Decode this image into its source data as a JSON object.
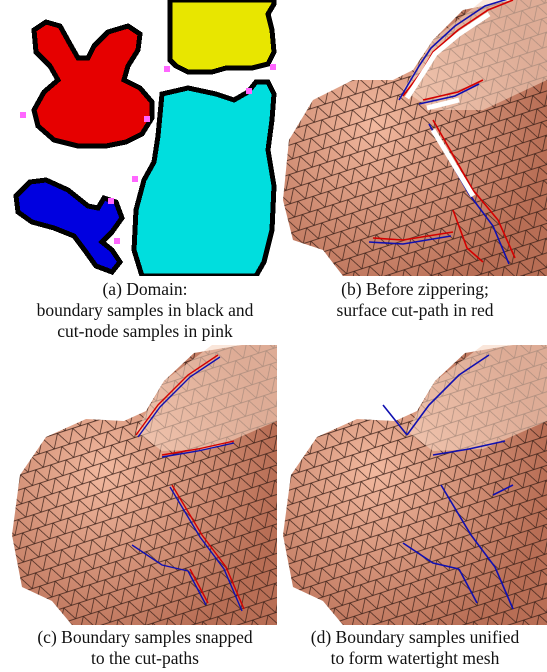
{
  "figure": {
    "panels": [
      {
        "id": "a",
        "caption_lines": [
          "(a) Domain:",
          "boundary samples in black and",
          "cut-node samples in pink"
        ],
        "colors": {
          "red_region": "#e60000",
          "yellow_region": "#e8e600",
          "cyan_region": "#00dede",
          "blue_region": "#0000e0",
          "boundary": "#000000",
          "cut_node": "#ff66ff"
        }
      },
      {
        "id": "b",
        "caption_lines": [
          "(b) Before zippering;",
          "surface cut-path in red"
        ],
        "colors": {
          "mesh_fill": "#e8a58a",
          "cut_path": "#d40000",
          "boundary": "#1010b0"
        }
      },
      {
        "id": "c",
        "caption_lines": [
          "(c) Boundary samples snapped",
          "to the cut-paths"
        ],
        "colors": {
          "mesh_fill": "#e8a58a",
          "cut_path": "#d40000",
          "boundary": "#1010b0"
        }
      },
      {
        "id": "d",
        "caption_lines": [
          "(d) Boundary samples unified",
          "to form watertight mesh"
        ],
        "colors": {
          "mesh_fill": "#e8a58a",
          "boundary": "#1010b0"
        }
      }
    ]
  }
}
